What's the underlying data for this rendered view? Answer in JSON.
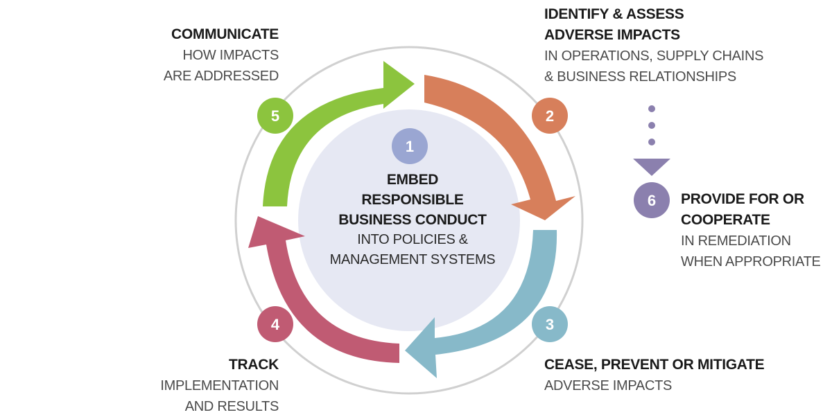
{
  "center": {
    "number": "1",
    "title_lines": [
      "EMBED",
      "RESPONSIBLE",
      "BUSINESS CONDUCT"
    ],
    "sub_lines": [
      "INTO POLICIES &",
      "MANAGEMENT SYSTEMS"
    ]
  },
  "steps": [
    {
      "number": "2",
      "title_lines": [
        "IDENTIFY & ASSESS",
        "ADVERSE IMPACTS"
      ],
      "sub_lines": [
        "IN OPERATIONS, SUPPLY CHAINS",
        "& BUSINESS RELATIONSHIPS"
      ]
    },
    {
      "number": "3",
      "title_lines": [
        "CEASE, PREVENT OR MITIGATE"
      ],
      "sub_lines": [
        "ADVERSE IMPACTS"
      ]
    },
    {
      "number": "4",
      "title_lines": [
        "TRACK"
      ],
      "sub_lines": [
        "IMPLEMENTATION",
        "AND RESULTS"
      ]
    },
    {
      "number": "5",
      "title_lines": [
        "COMMUNICATE"
      ],
      "sub_lines": [
        "HOW IMPACTS",
        "ARE ADDRESSED"
      ]
    },
    {
      "number": "6",
      "title_lines": [
        "PROVIDE FOR OR",
        "COOPERATE"
      ],
      "sub_lines": [
        "IN REMEDIATION",
        "WHEN APPROPRIATE"
      ]
    }
  ],
  "colors": {
    "step1": "#9aa6d2",
    "step2": "#d77f5b",
    "step3": "#87b9c9",
    "step4": "#c05b73",
    "step5": "#8cc43e",
    "step6": "#8b80ae",
    "center_disc": "#e6e8f3",
    "outer_ring": "#d0d0d0"
  }
}
